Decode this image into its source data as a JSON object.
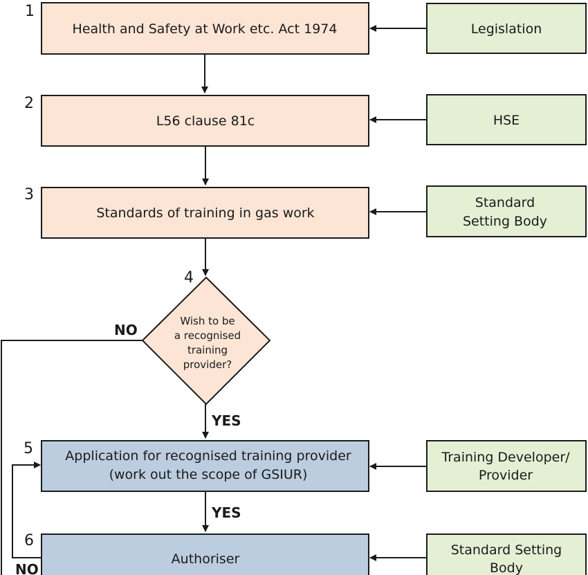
{
  "colors": {
    "process_fill": "#fce5d5",
    "source_fill": "#e4efd4",
    "app_fill": "#bccde0",
    "stroke": "#1a1a1a"
  },
  "steps": [
    {
      "number": "1",
      "lines": [
        "Health and Safety at Work etc. Act 1974"
      ]
    },
    {
      "number": "2",
      "lines": [
        "L56 clause 81c"
      ]
    },
    {
      "number": "3",
      "lines": [
        "Standards of training in gas work"
      ]
    },
    {
      "number": "5",
      "lines": [
        "Application for recognised training provider",
        "(work out the scope of GSIUR)"
      ]
    },
    {
      "number": "6",
      "lines": [
        "Authoriser"
      ]
    }
  ],
  "sources": [
    {
      "lines": [
        "Legislation"
      ]
    },
    {
      "lines": [
        "HSE"
      ]
    },
    {
      "lines": [
        "Standard",
        "Setting Body"
      ]
    },
    {
      "lines": [
        "Training Developer/",
        "Provider"
      ]
    },
    {
      "lines": [
        "Standard Setting",
        "Body"
      ]
    }
  ],
  "decision": {
    "number": "4",
    "lines": [
      "Wish to be",
      "a recognised",
      "training",
      "provider?"
    ]
  },
  "labels": {
    "no_decision": "NO",
    "yes_decision": "YES",
    "yes_application": "YES",
    "no_authoriser": "NO"
  }
}
